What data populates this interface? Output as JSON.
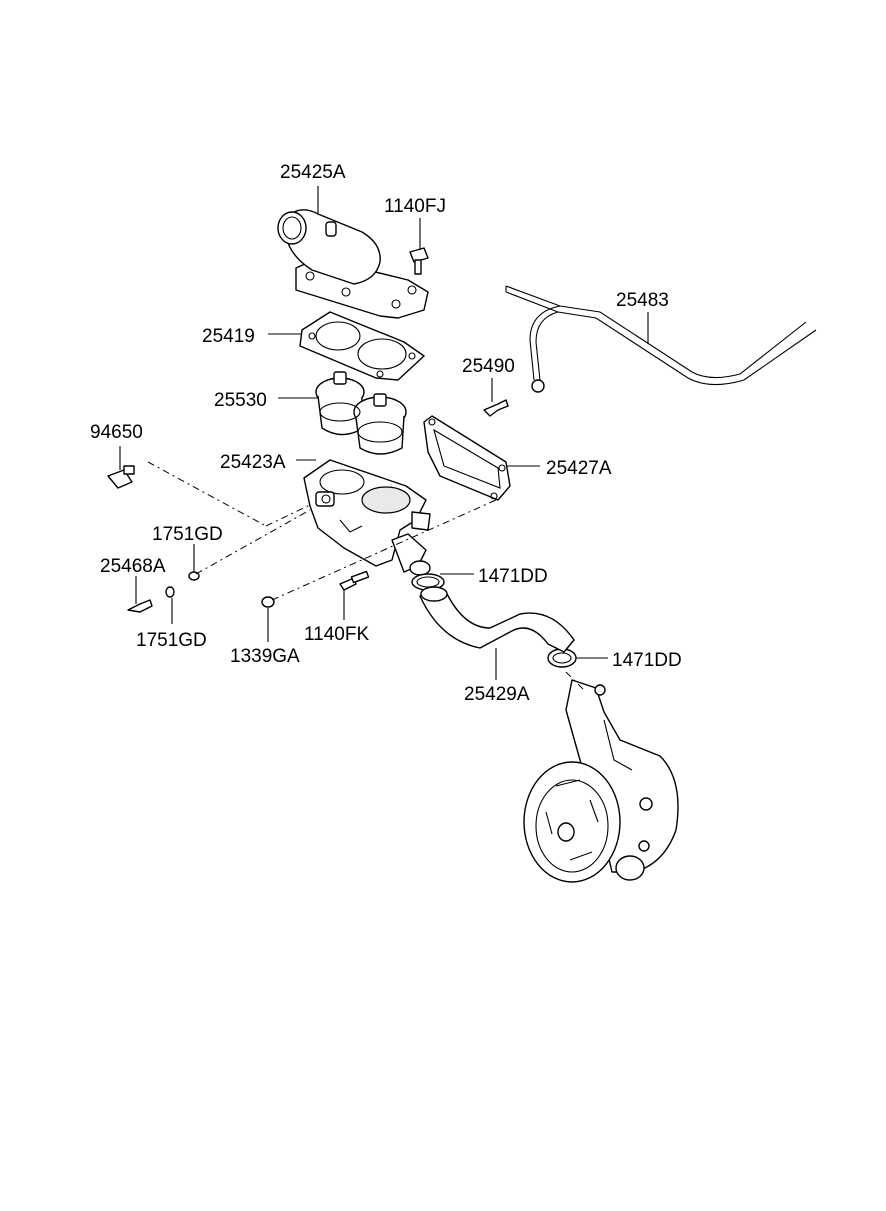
{
  "labels": {
    "p25425A": "25425A",
    "p1140FJ": "1140FJ",
    "p25483": "25483",
    "p25419": "25419",
    "p25490": "25490",
    "p25530": "25530",
    "p94650": "94650",
    "p25423A": "25423A",
    "p25427A": "25427A",
    "p1751GD_a": "1751GD",
    "p25468A": "25468A",
    "p1471DD_a": "1471DD",
    "p1751GD_b": "1751GD",
    "p1140FK": "1140FK",
    "p1339GA": "1339GA",
    "p1471DD_b": "1471DD",
    "p25429A": "25429A"
  }
}
